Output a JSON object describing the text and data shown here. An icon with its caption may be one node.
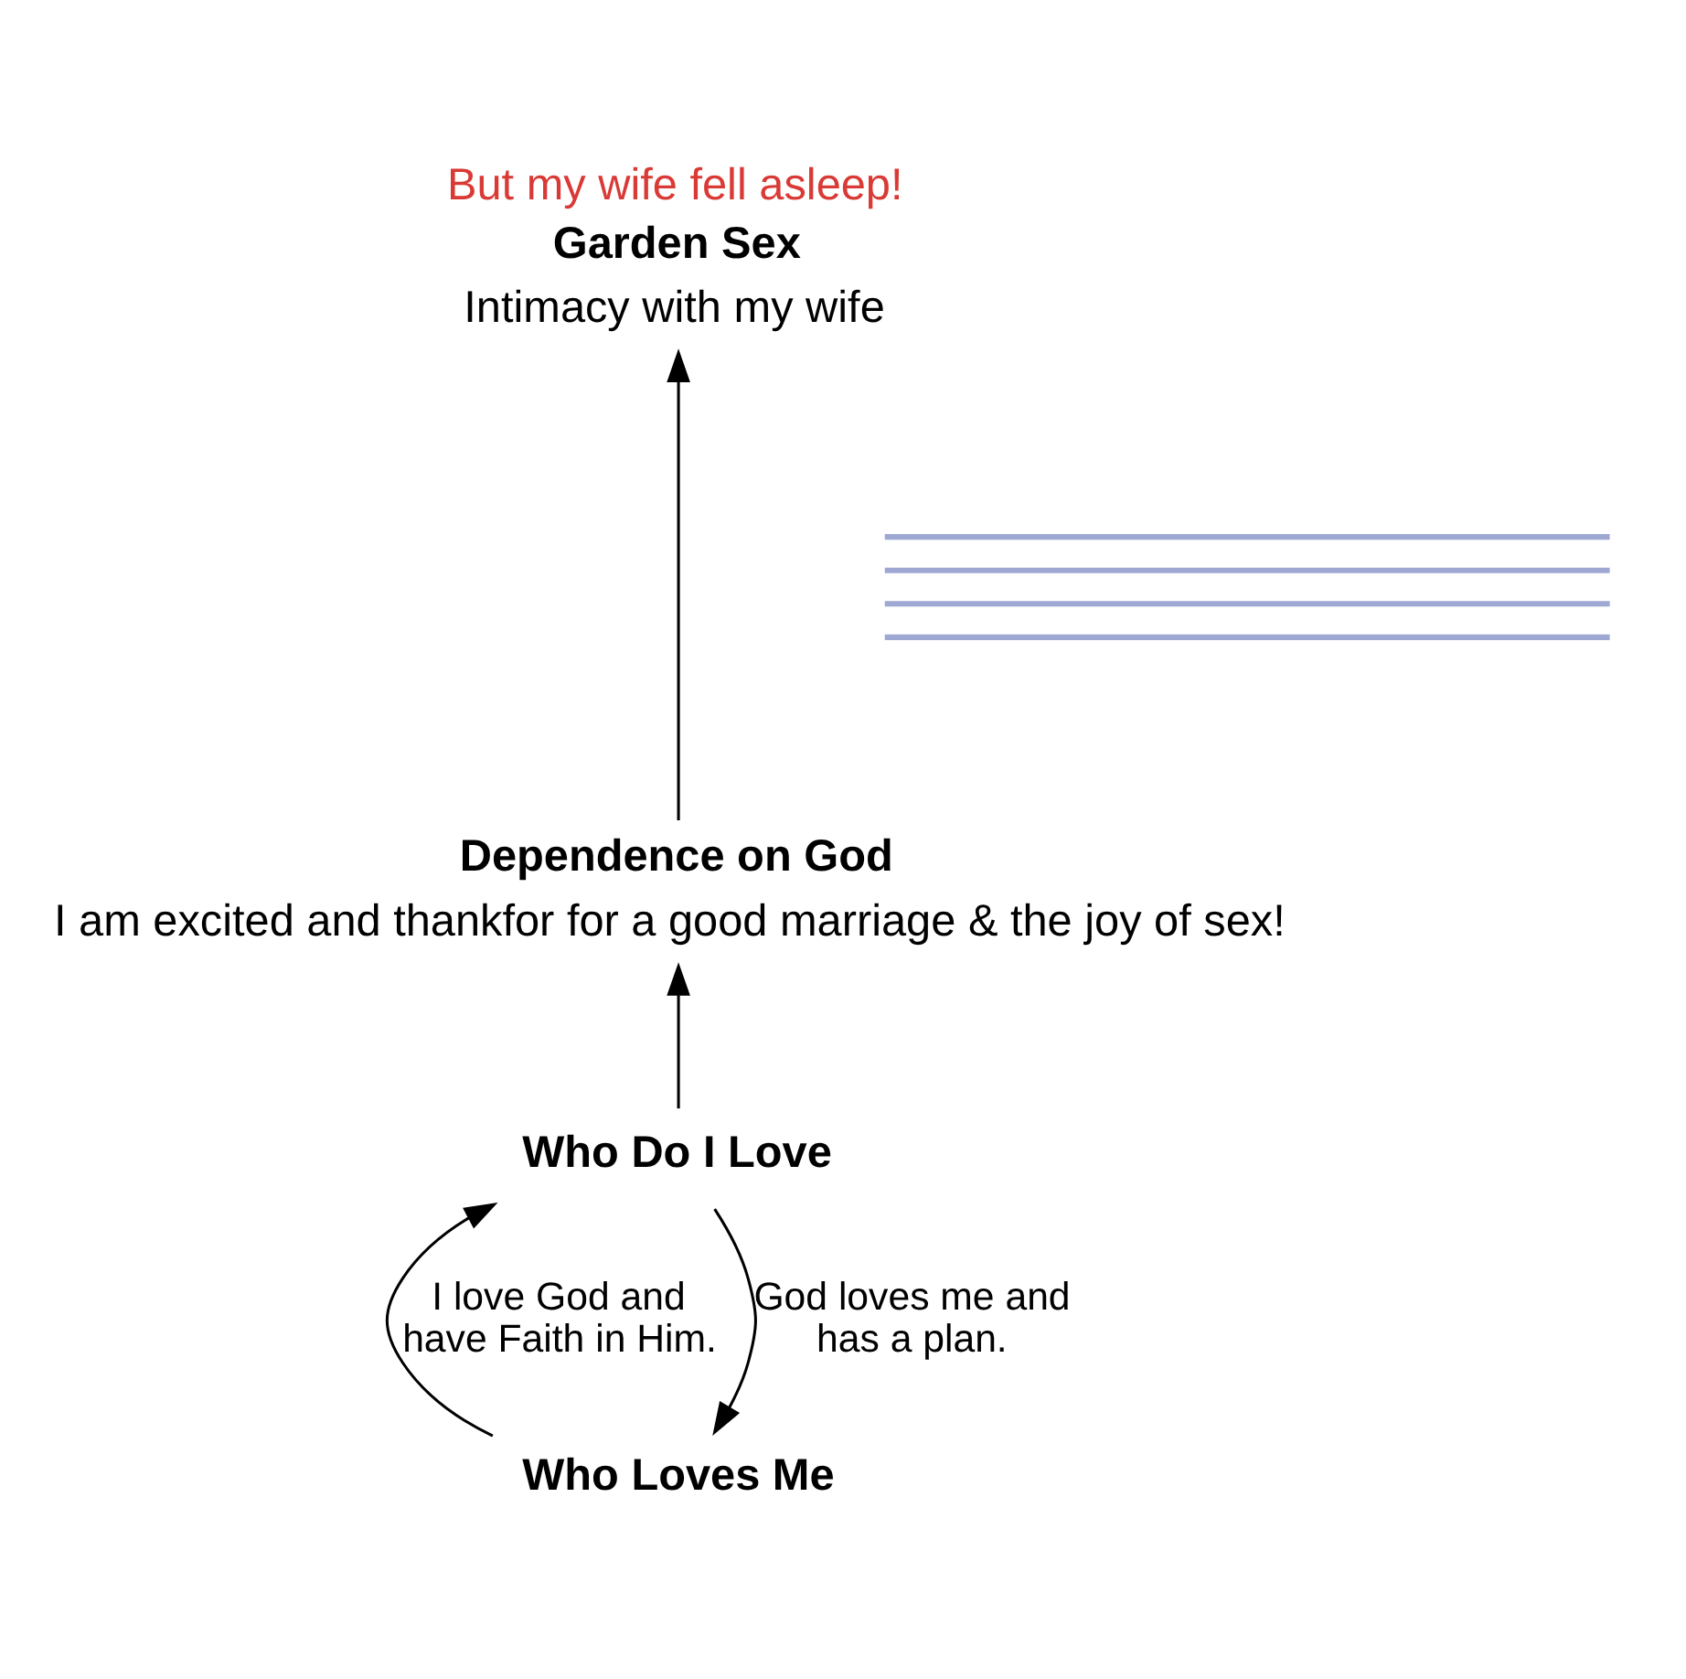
{
  "diagram": {
    "nodes": [
      {
        "text": [
          "Garden Sex",
          "Intimacy with my wife"
        ],
        "beside": [
          "But my wife fell asleep!"
        ]
      },
      {
        "text": [],
        "shape": "picture"
      },
      {
        "text": [
          "Dependence on God",
          "I am excited and thankfor for a good marriage & the joy of sex!"
        ]
      },
      {
        "text": [
          "Who Do I Love"
        ]
      },
      {
        "text": [
          "Who Loves Me"
        ]
      }
    ],
    "edges": [
      {
        "from": 2,
        "to": 0,
        "arrow": "to"
      },
      {
        "from": 3,
        "to": 2,
        "arrow": "to"
      },
      {
        "from": 3,
        "to": 4,
        "arrow": "to",
        "label": "God loves me and has a plan."
      },
      {
        "from": 4,
        "to": 3,
        "arrow": "to",
        "label": "I love God and have Faith in Him."
      }
    ]
  }
}
